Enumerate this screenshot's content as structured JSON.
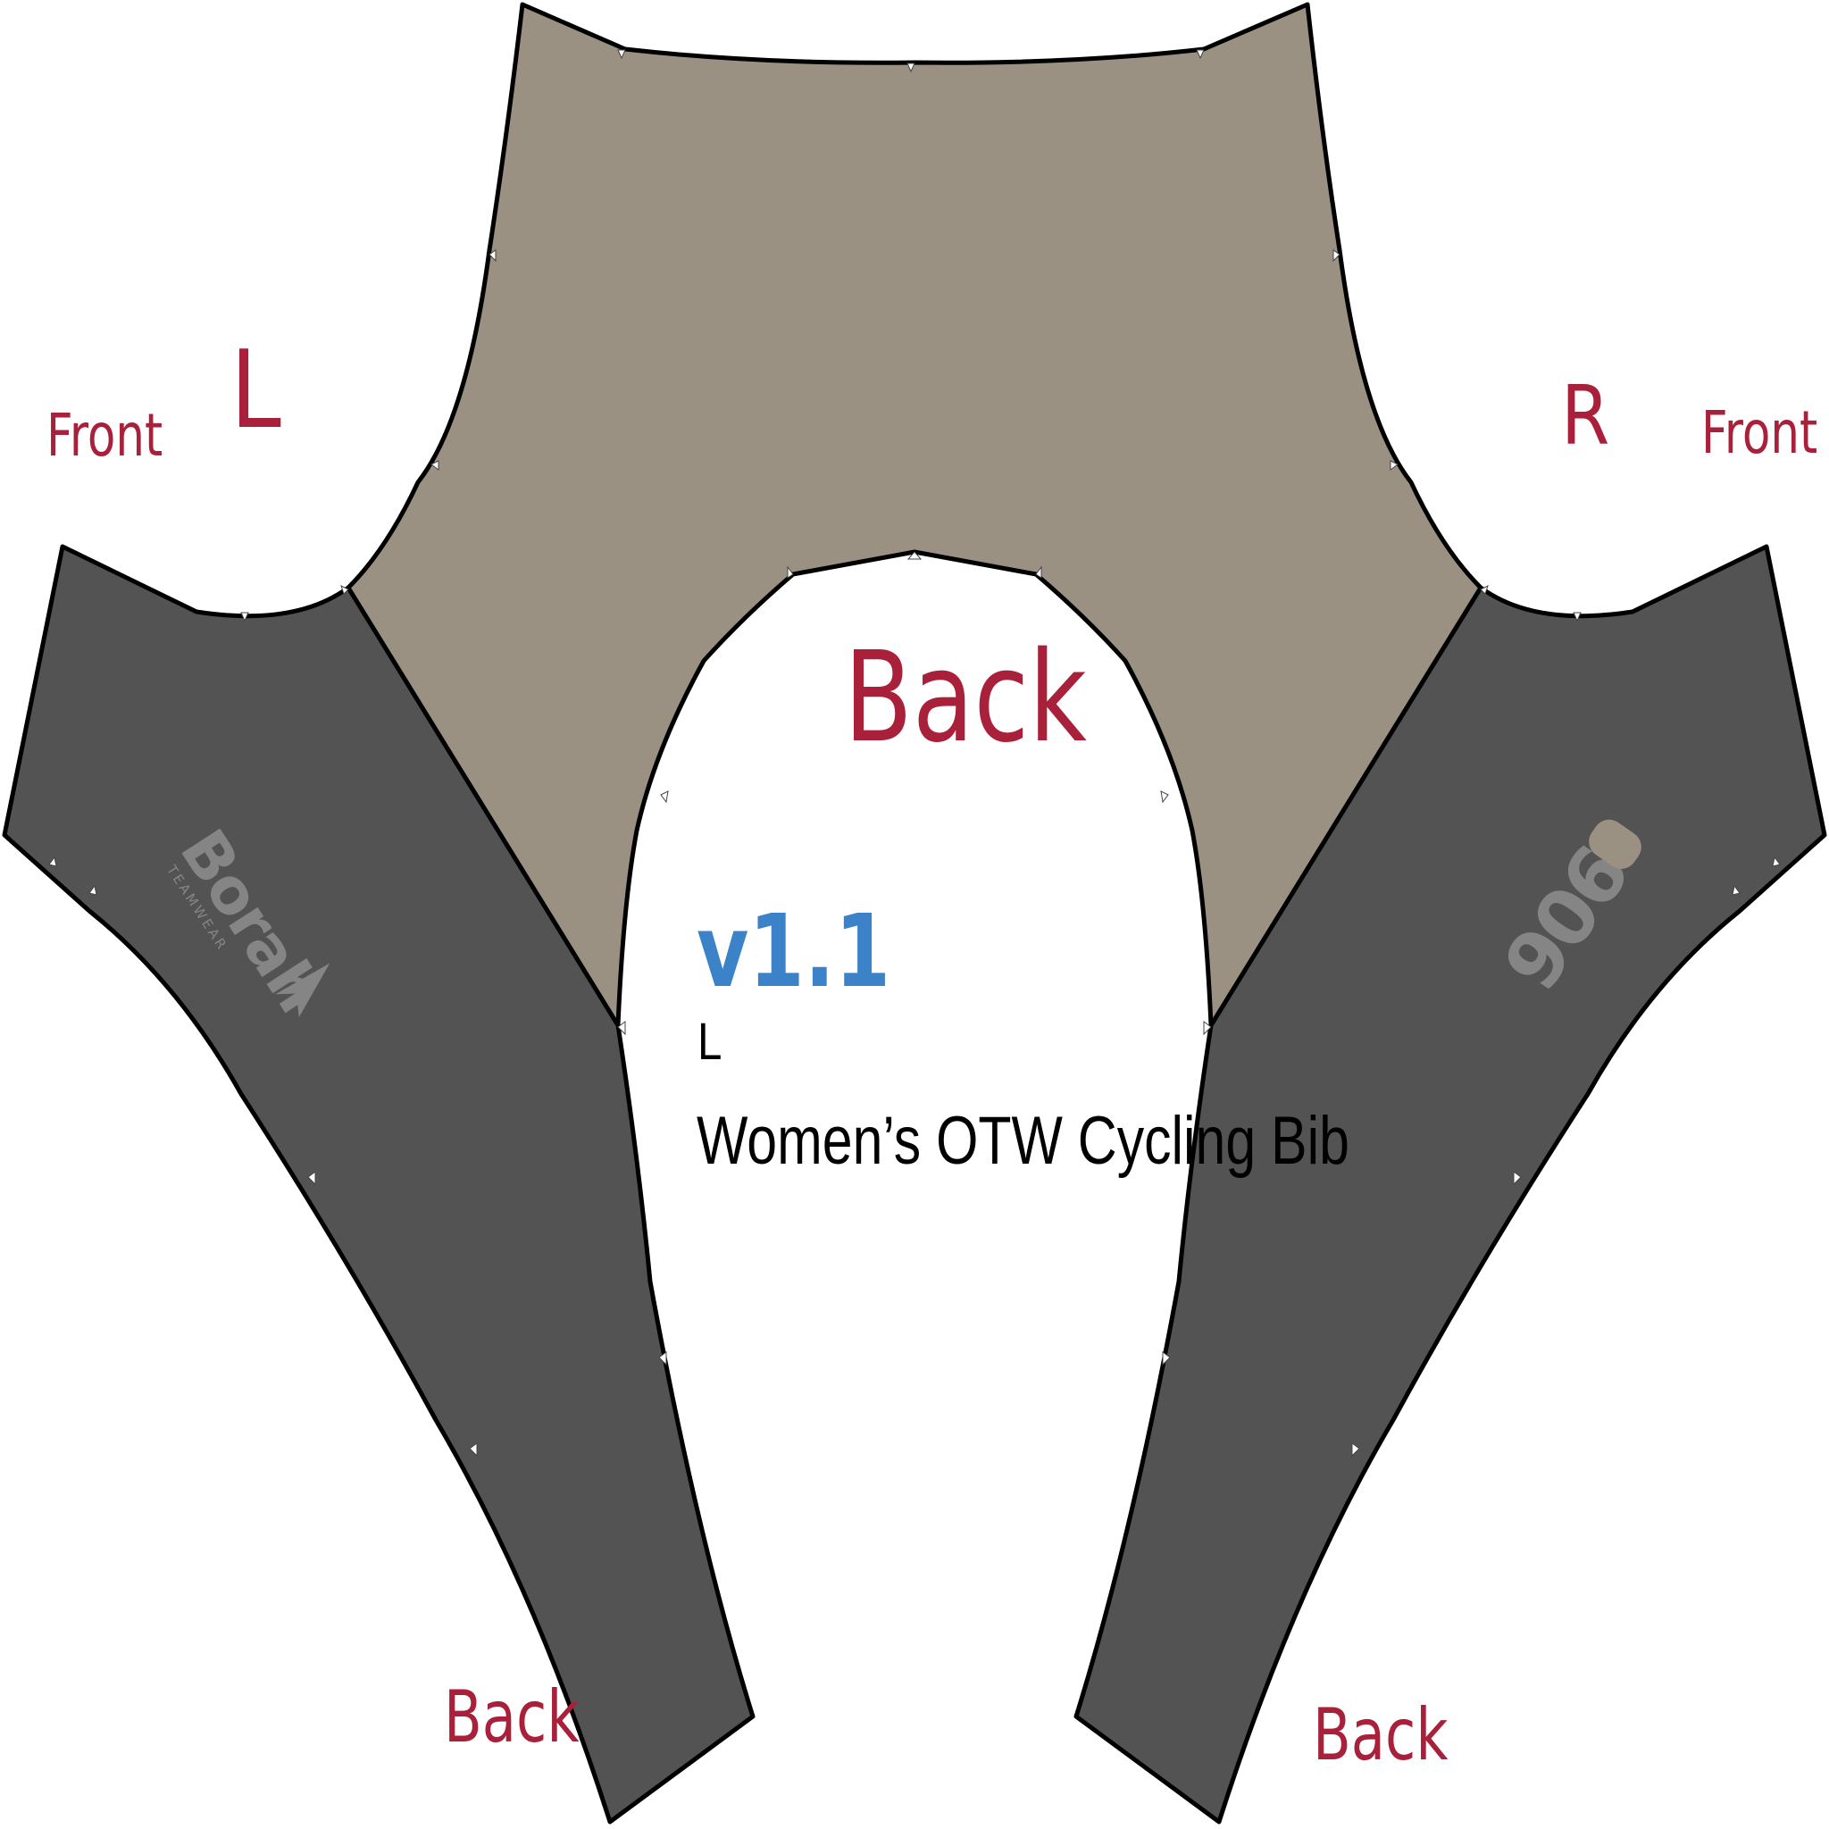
{
  "colors": {
    "back_panel": "#9a9183",
    "side_panel": "#535353",
    "outline": "#000000",
    "label_red": "#a8203a",
    "version_blue": "#3c82c8",
    "logo_gray": "#858585"
  },
  "labels": {
    "front_left": "Front",
    "side_left": "L",
    "side_right": "R",
    "front_right": "Front",
    "back_center": "Back",
    "back_left": "Back",
    "back_right": "Back"
  },
  "info": {
    "version": "v1.1",
    "size": "L",
    "product": "Women’s OTW Cycling Bib"
  },
  "logos": {
    "left": {
      "name": "Borah",
      "tagline": "TEAMWEAR"
    },
    "right": {
      "name": "906"
    }
  }
}
